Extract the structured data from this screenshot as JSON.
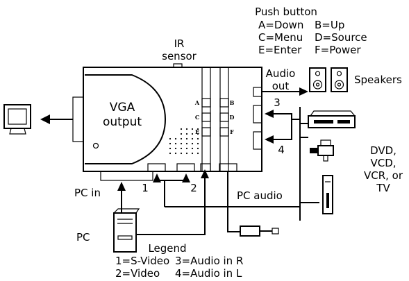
{
  "labels": {
    "push_button_title": "Push button",
    "push_a": "A=Down",
    "push_b": "B=Up",
    "push_c": "C=Menu",
    "push_d": "D=Source",
    "push_e": "E=Enter",
    "push_f": "F=Power",
    "ir_line1": "IR",
    "ir_line2": "sensor",
    "audio_out_line1": "Audio",
    "audio_out_line2": "out",
    "speakers": "Speakers",
    "vga_line1": "VGA",
    "vga_line2": "output",
    "port_3": "3",
    "port_4": "4",
    "port_1": "1",
    "port_2": "2",
    "pc_in": "PC in",
    "pc_audio": "PC audio",
    "pc": "PC",
    "devices_line1": "DVD,",
    "devices_line2": "VCD,",
    "devices_line3": "VCR, or",
    "devices_line4": "TV",
    "legend_title": "Legend",
    "legend_1": "1=S-Video",
    "legend_3": "3=Audio in R",
    "legend_2": "2=Video",
    "legend_4": "4=Audio in L",
    "btn_a": "A",
    "btn_b": "B",
    "btn_c": "C",
    "btn_d": "D",
    "btn_e": "E",
    "btn_f": "F"
  }
}
